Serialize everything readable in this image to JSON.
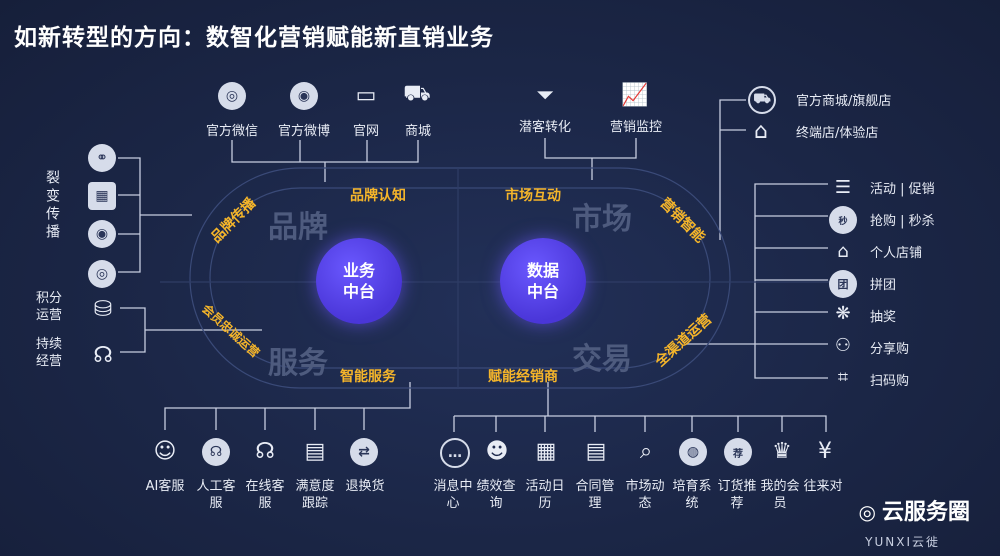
{
  "title": "如新转型的方向：数智化营销赋能新直销业务",
  "top_left": [
    {
      "label": "官方微信",
      "icon": "wechat-icon"
    },
    {
      "label": "官方微博",
      "icon": "weibo-icon"
    },
    {
      "label": "官网",
      "icon": "monitor-icon"
    },
    {
      "label": "商城",
      "icon": "cart-icon"
    }
  ],
  "top_mid": [
    {
      "label": "潜客转化",
      "icon": "funnel-icon"
    },
    {
      "label": "营销监控",
      "icon": "chart-icon"
    }
  ],
  "top_right": [
    {
      "label": "官方商城/旗舰店",
      "icon": "shop-cart-icon"
    },
    {
      "label": "终端店/体验店",
      "icon": "storefront-icon"
    }
  ],
  "left": {
    "viral_label": "裂变传播",
    "points_label": "积分运营",
    "continuous_label": "持续经营"
  },
  "right_items": [
    {
      "label": "活动 | 促销",
      "icon": "promo-icon"
    },
    {
      "label": "抢购 | 秒杀",
      "icon": "flash-sale-icon"
    },
    {
      "label": "个人店铺",
      "icon": "store-icon"
    },
    {
      "label": "拼团",
      "icon": "group-icon"
    },
    {
      "label": "抽奖",
      "icon": "lottery-icon"
    },
    {
      "label": "分享购",
      "icon": "share-icon"
    },
    {
      "label": "扫码购",
      "icon": "scan-icon"
    }
  ],
  "ring": {
    "brand_awareness": "品牌认知",
    "market_interaction": "市场互动",
    "brand_spread": "品牌传播",
    "marketing_smart": "营销智能",
    "member_ops": "会员忠诚运营",
    "omni_ops": "全渠道运营",
    "smart_service": "智能服务",
    "enable_dealer": "赋能经销商",
    "wm_brand": "品牌",
    "wm_market": "市场",
    "wm_service": "服务",
    "wm_trade": "交易"
  },
  "hubs": {
    "business": {
      "line1": "业务",
      "line2": "中台"
    },
    "data": {
      "line1": "数据",
      "line2": "中台"
    }
  },
  "bottom_left": [
    {
      "label": "AI客服",
      "icon": "ai-head-icon"
    },
    {
      "label": "人工客服",
      "icon": "headset-agent-icon"
    },
    {
      "label": "在线客服",
      "icon": "headset-icon"
    },
    {
      "label": "满意度跟踪",
      "icon": "document-icon"
    },
    {
      "label": "退换货",
      "icon": "exchange-icon"
    }
  ],
  "bottom_right": [
    {
      "label": "消息中心",
      "icon": "message-icon"
    },
    {
      "label": "绩效查询",
      "icon": "user-icon"
    },
    {
      "label": "活动日历",
      "icon": "calendar-icon"
    },
    {
      "label": "合同管理",
      "icon": "contract-icon"
    },
    {
      "label": "市场动态",
      "icon": "search-trend-icon"
    },
    {
      "label": "培育系统",
      "icon": "globe-icon"
    },
    {
      "label": "订货推荐",
      "icon": "recommend-icon"
    },
    {
      "label": "我的会员",
      "icon": "crown-icon"
    },
    {
      "label": "往来对",
      "icon": "receipt-icon"
    }
  ],
  "footer": {
    "account": "云服务圈",
    "brand": "YUNXI云徙"
  }
}
